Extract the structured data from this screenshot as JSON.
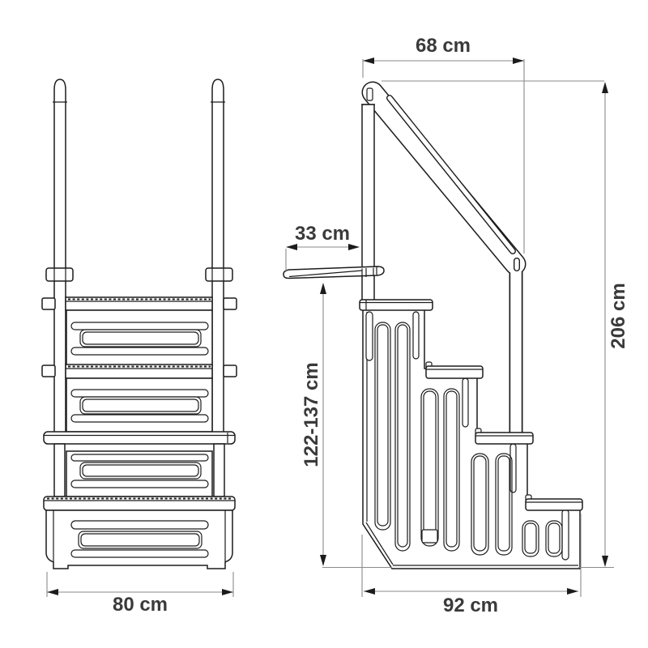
{
  "drawing": {
    "background": "#ffffff",
    "line_color": "#1c1c1c",
    "dimension_line_color": "#8a8a8a",
    "label_color": "#3a3a3a"
  },
  "labels": {
    "front_width": "80 cm",
    "handrail_top_depth": "68 cm",
    "platform_depth": "33 cm",
    "wall_height_range": "122-137 cm",
    "total_height": "206 cm",
    "base_depth": "92 cm"
  }
}
